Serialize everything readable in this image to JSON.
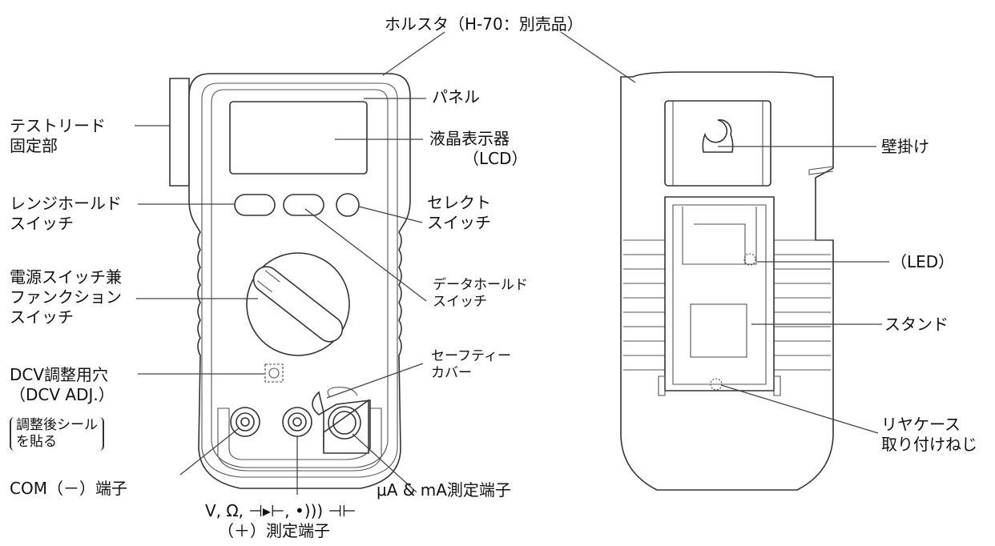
{
  "labels": {
    "holster": "ホルスタ（H-70：別売品）",
    "panel": "パネル",
    "lcd_1": "液晶表示器",
    "lcd_2": "（LCD）",
    "lead_holder_1": "テストリード",
    "lead_holder_2": "固定部",
    "range_hold_1": "レンジホールド",
    "range_hold_2": "スイッチ",
    "select_1": "セレクト",
    "select_2": "スイッチ",
    "power_func_1": "電源スイッチ兼",
    "power_func_2": "ファンクション",
    "power_func_3": "スイッチ",
    "data_hold_1": "データホールド",
    "data_hold_2": "スイッチ",
    "dcv_adj_1": "DCV調整用穴",
    "dcv_adj_2": "（DCV  ADJ.）",
    "seal_1": "調整後シール",
    "seal_2": "を貼る",
    "safety_cover_1": "セーフティー",
    "safety_cover_2": "カバー",
    "com_terminal": "COM（－）端子",
    "ua_ma_terminal": "μA & mA測定端子",
    "plus_terminal_1": "V, Ω, ⊣▸⊢, •))) ⊣⊢",
    "plus_terminal_2": "（＋）測定端子",
    "wall_hang": "壁掛け",
    "led": "（LED）",
    "stand": "スタンド",
    "rear_screw_1": "リヤケース",
    "rear_screw_2": "取り付けねじ"
  }
}
